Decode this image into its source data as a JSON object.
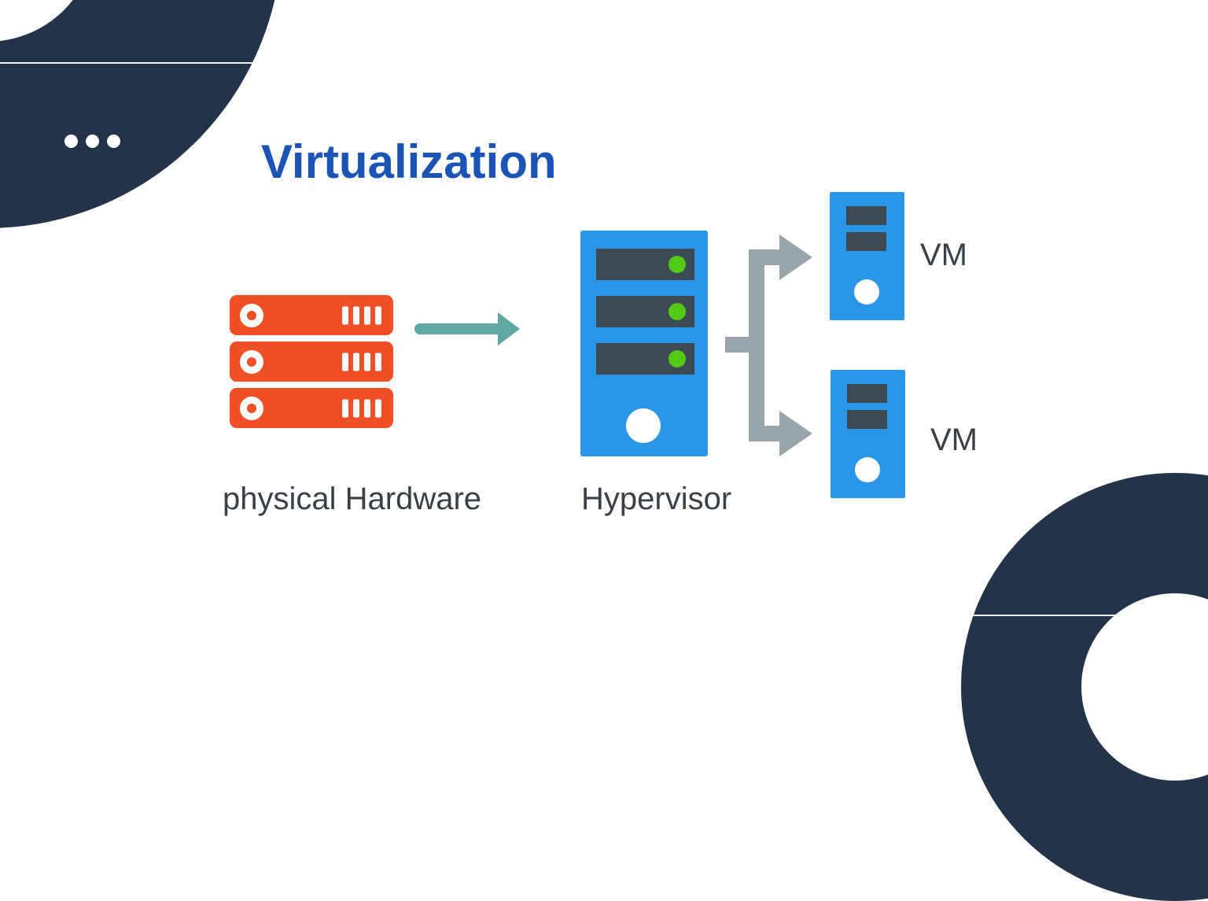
{
  "title": {
    "text": "Virtualization",
    "color": "#1b54b5"
  },
  "diagram": {
    "physical_hardware": {
      "label": "physical Hardware",
      "icon": "server-rack-icon",
      "color": "#ee4f25",
      "rack_units": 3
    },
    "flow_arrow": {
      "icon": "right-arrow-icon",
      "color": "#5fa7a3"
    },
    "hypervisor": {
      "label": "Hypervisor",
      "icon": "server-tower-icon",
      "color": "#2a96e8",
      "slot_color": "#3d4a52",
      "led_color": "#55ca15",
      "slots": 3
    },
    "branch_arrows": {
      "icon": "split-right-arrows-icon",
      "color": "#9aa5ab"
    },
    "vms": [
      {
        "label": "VM",
        "icon": "vm-tower-icon",
        "color": "#2a96e8"
      },
      {
        "label": "VM",
        "icon": "vm-tower-icon",
        "color": "#2a96e8"
      }
    ]
  },
  "decorations": {
    "corner_ring_color": "#233349",
    "dot_count": 3
  },
  "text_color": "#3a4047",
  "background": "#ffffff"
}
